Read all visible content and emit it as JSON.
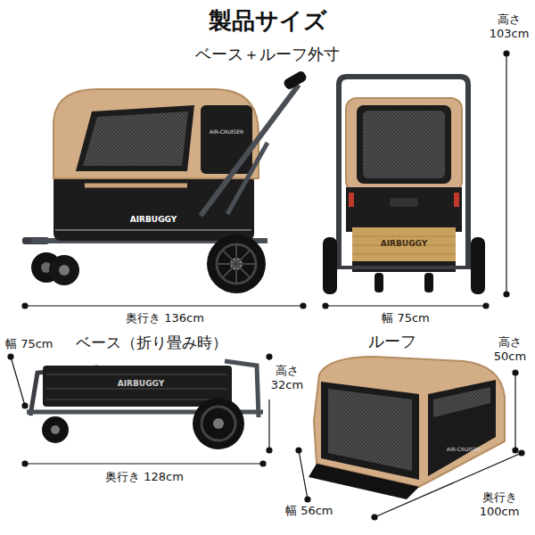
{
  "diagram": {
    "title": "製品サイズ",
    "labels": [
      "ベース＋ルーフ外寸",
      "高さ 103cm",
      "奥行き 136cm",
      "幅 75cm",
      "幅 75cm",
      "ベース（折り畳み時）",
      "高さ 32cm",
      "奥行き 128cm",
      "ルーフ",
      "高さ 50cm",
      "奥行き 100cm",
      "幅 56cm",
      "AIRBUGGY",
      "AIRBUGGY",
      "AIRBUGGY",
      "AIR-CRUISER",
      "AIR-CRUISER"
    ]
  }
}
